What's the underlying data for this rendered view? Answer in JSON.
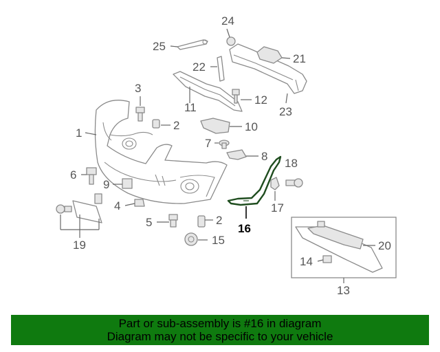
{
  "diagram": {
    "highlighted_part": "16",
    "callouts": {
      "p1": "1",
      "p2a": "2",
      "p2b": "2",
      "p3": "3",
      "p4": "4",
      "p5": "5",
      "p6": "6",
      "p7": "7",
      "p8": "8",
      "p9": "9",
      "p10": "10",
      "p11": "11",
      "p12": "12",
      "p13": "13",
      "p14": "14",
      "p15": "15",
      "p16": "16",
      "p17": "17",
      "p18": "18",
      "p19": "19",
      "p20": "20",
      "p21": "21",
      "p22": "22",
      "p23": "23",
      "p24": "24",
      "p25": "25"
    },
    "colors": {
      "highlight": "#1f4d1f",
      "footer_bg": "#0f7a0f"
    }
  },
  "footer": {
    "line1": "Part or sub-assembly is #16 in diagram",
    "line2": "Diagram may not be specific to your vehicle"
  }
}
